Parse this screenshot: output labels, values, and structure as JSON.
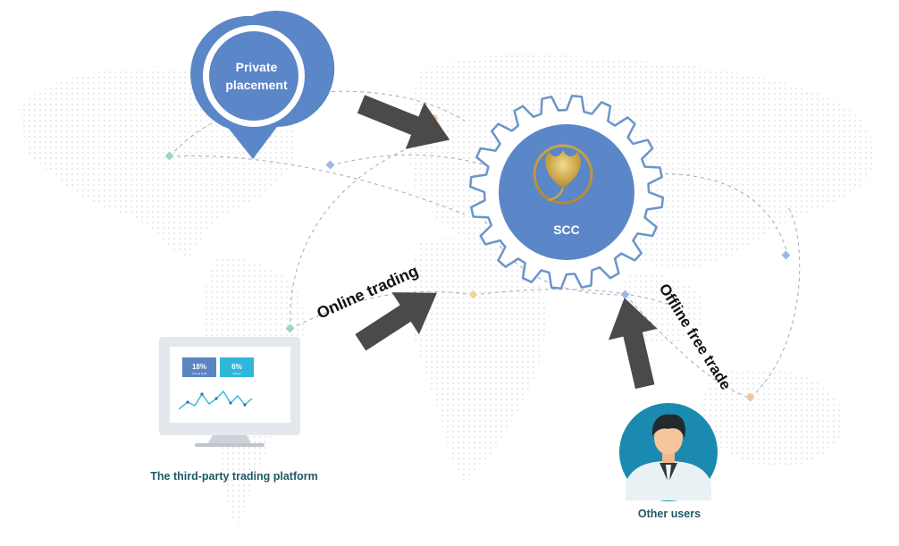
{
  "diagram": {
    "private_placement": {
      "line1": "Private",
      "line2": "placement"
    },
    "center": {
      "label": "SCC"
    },
    "online_trading": "Online trading",
    "offline_free_trade": "Offline free trade",
    "platform_label": "The third-party trading platform",
    "other_users_label": "Other users",
    "monitor": {
      "stat1": {
        "value": "18%",
        "caption": "Annual yield"
      },
      "stat2": {
        "value": "6%",
        "caption": "Return"
      }
    }
  },
  "colors": {
    "primary_blue": "#5b86c7",
    "arrow_gray": "#4a4a4a",
    "label_teal": "#1d5a66",
    "user_circle": "#1b8ab0",
    "monitor_card1": "#5d84c2",
    "monitor_card2": "#2fb7d9"
  },
  "icons": {
    "center_logo": "ginkgo-leaf-icon",
    "user": "user-avatar-icon",
    "platform": "monitor-icon"
  }
}
